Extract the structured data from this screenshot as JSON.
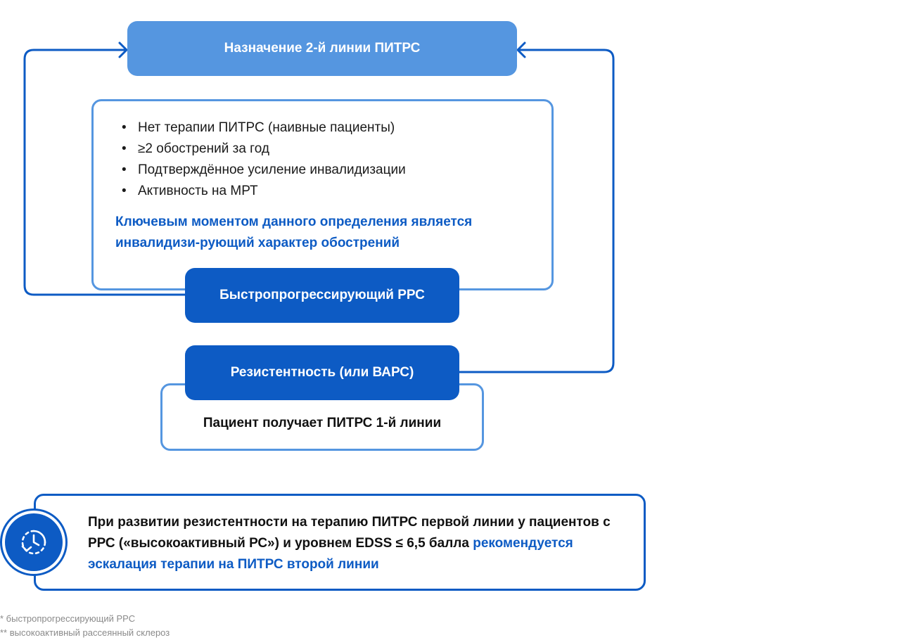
{
  "top_box": {
    "label": "Назначение 2-й линии ПИТРС"
  },
  "criteria": {
    "bullet": "•",
    "items": [
      "Нет терапии ПИТРС (наивные пациенты)",
      "≥2 обострений за год",
      "Подтверждённое усиление инвалидизации",
      "Активность на МРТ"
    ],
    "note": "Ключевым моментом данного определения является инвалидизи-рующий характер обострений"
  },
  "fast_box": {
    "label": "Быстропрогрессирующий РРС"
  },
  "resist_box": {
    "label": "Резистентность (или ВАРС)"
  },
  "patient_box": {
    "label": "Пациент получает ПИТРС 1-й линии"
  },
  "recommendation": {
    "text": "При развитии резистентности на терапию ПИТРС первой линии у пациентов с РРС («высокоактивный РС») и уровнем EDSS ≤ 6,5 балла ",
    "highlight": "рекомендуется эскалация терапии на ПИТРС второй линии",
    "icon": "clock-refresh-icon"
  },
  "footnotes": [
    "* быстропрогрессирующий РРС",
    "** высокоактивный рассеянный склероз"
  ],
  "colors": {
    "light_blue": "#5596e0",
    "dark_blue": "#0d5bc4",
    "text": "#111111",
    "footnote": "#8a8a8a"
  }
}
